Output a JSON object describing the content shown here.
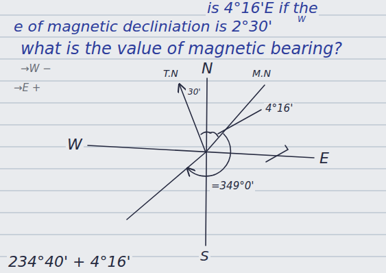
{
  "diagram": {
    "labels": [
      "is 4°16'E if the",
      "e of magnetic decliniation is 2°30'",
      "W",
      "what is the value of magnetic bearing?",
      "→W −",
      "→E +",
      "T.N",
      "N",
      "M.N",
      "W",
      "E",
      "S",
      "30'",
      "4°16'",
      "=349°0'",
      "234°40' + 4°16'"
    ]
  }
}
